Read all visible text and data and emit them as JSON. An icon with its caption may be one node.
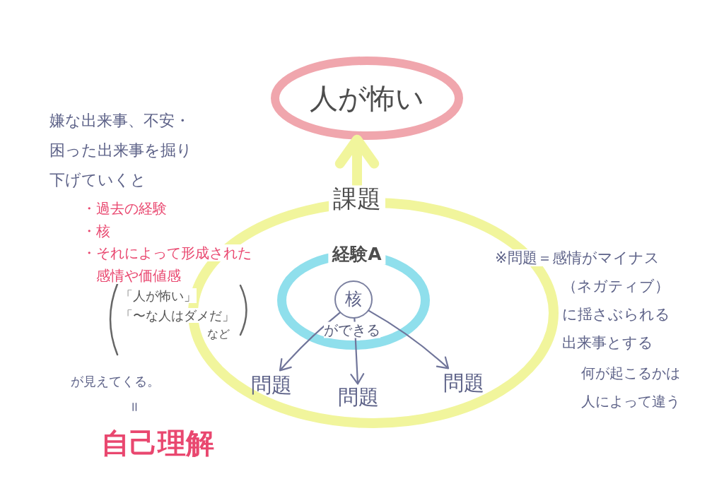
{
  "diagram": {
    "nodes": [
      {
        "text": [
          "人が怖い"
        ]
      },
      {
        "text": [
          "課題"
        ]
      },
      {
        "text": [
          "経験A"
        ],
        "in": 1
      },
      {
        "text": [
          "核"
        ],
        "in": 2,
        "beside": [
          "ができる"
        ]
      },
      {
        "text": [
          "問題"
        ],
        "in": 1
      },
      {
        "text": [
          "問題"
        ],
        "in": 1
      },
      {
        "text": [
          "問題"
        ],
        "in": 1
      }
    ],
    "edges": [
      {
        "from": 1,
        "to": 0,
        "arrow": "to",
        "style": "thick",
        "color": "#f1f59c"
      },
      {
        "from": 3,
        "to": 4,
        "arrow": "to"
      },
      {
        "from": 3,
        "to": 5,
        "arrow": "to"
      },
      {
        "from": 3,
        "to": 6,
        "arrow": "to"
      }
    ],
    "labels": [
      "嫌な出来事、不安・困った出来事を掘り下げていくと",
      "・過去の経験",
      "・核",
      "・それによって形成された感情や価値感",
      "「人が怖い」",
      "「〜な人はダメだ」",
      "など",
      "が見えてくる。",
      "＝",
      "自己理解",
      "※問題＝感情がマイナス（ネガティブ）に揺さぶられる出来事とする",
      "何が起こるかは人によって違う"
    ]
  }
}
